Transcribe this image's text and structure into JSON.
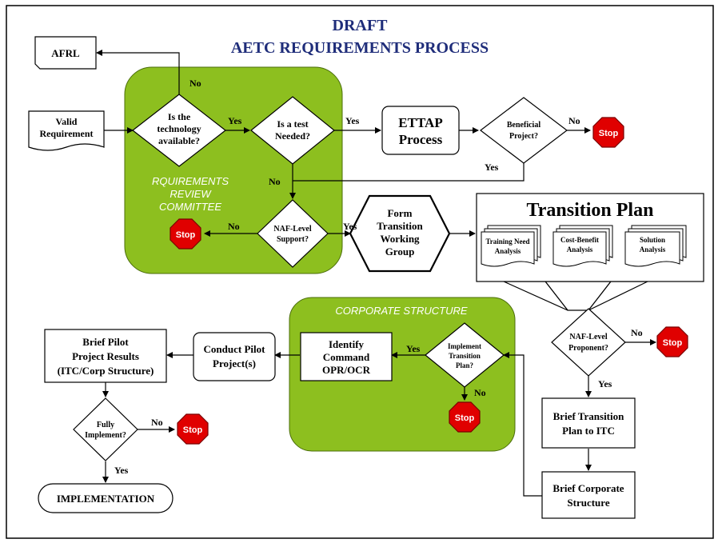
{
  "title": {
    "line1": "DRAFT",
    "line2": "AETC REQUIREMENTS PROCESS"
  },
  "groups": {
    "requirements_review": [
      "RQUIREMENTS",
      "REVIEW",
      "COMMITTEE"
    ],
    "corporate_structure": "CORPORATE STRUCTURE"
  },
  "nodes": {
    "afrl": "AFRL",
    "valid_requirement": [
      "Valid",
      "Requirement"
    ],
    "tech_available": [
      "Is the",
      "technology",
      "available?"
    ],
    "test_needed": [
      "Is a test",
      "Needed?"
    ],
    "ettap": [
      "ETTAP",
      "Process"
    ],
    "beneficial": [
      "Beneficial",
      "Project?"
    ],
    "naf_support": [
      "NAF-Level",
      "Support?"
    ],
    "form_twg": [
      "Form",
      "Transition",
      "Working",
      "Group"
    ],
    "transition_plan": "Transition Plan",
    "training_need": [
      "Training Need",
      "Analysis"
    ],
    "cost_benefit": [
      "Cost-Benefit",
      "Analysis"
    ],
    "solution": [
      "Solution",
      "Analysis"
    ],
    "naf_proponent": [
      "NAF-Level",
      "Proponent?"
    ],
    "brief_tp_itc": [
      "Brief Transition",
      "Plan to ITC"
    ],
    "brief_corp": [
      "Brief Corporate",
      "Structure"
    ],
    "implement_tp": [
      "Implement",
      "Transition",
      "Plan?"
    ],
    "identify_cmd": [
      "Identify",
      "Command",
      "OPR/OCR"
    ],
    "conduct_pilot": [
      "Conduct Pilot",
      "Project(s)"
    ],
    "brief_pilot": [
      "Brief Pilot",
      "Project Results",
      "(ITC/Corp Structure)"
    ],
    "fully_implement": [
      "Fully",
      "Implement?"
    ],
    "implementation": "IMPLEMENTATION"
  },
  "edge_labels": {
    "yes": "Yes",
    "no": "No"
  },
  "stop_label": "Stop",
  "colors": {
    "green": "#8dbf1f",
    "stop_red": "#e00000",
    "title_blue": "#1f2d7a"
  }
}
